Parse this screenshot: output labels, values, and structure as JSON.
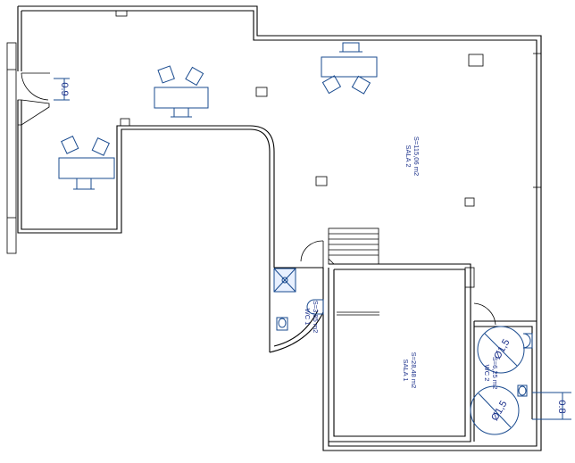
{
  "plan": {
    "rooms": [
      {
        "name": "SALA 2",
        "area": "S=115,06 m2"
      },
      {
        "name": "SALA 1",
        "area": "S=28,48 m2"
      },
      {
        "name": "WC 1",
        "area": "S=3,85 m2"
      },
      {
        "name": "WC 2",
        "area": "S=6,25 m2"
      }
    ],
    "dimensions": {
      "door_entrance": "0.9",
      "door_wc2": "0.8",
      "turning_circle_1": "Ø1,5",
      "turning_circle_2": "Ø1,5"
    },
    "colors": {
      "walls": "#000000",
      "furniture": "#1a4b8f",
      "labels": "#1a2f8a"
    }
  }
}
